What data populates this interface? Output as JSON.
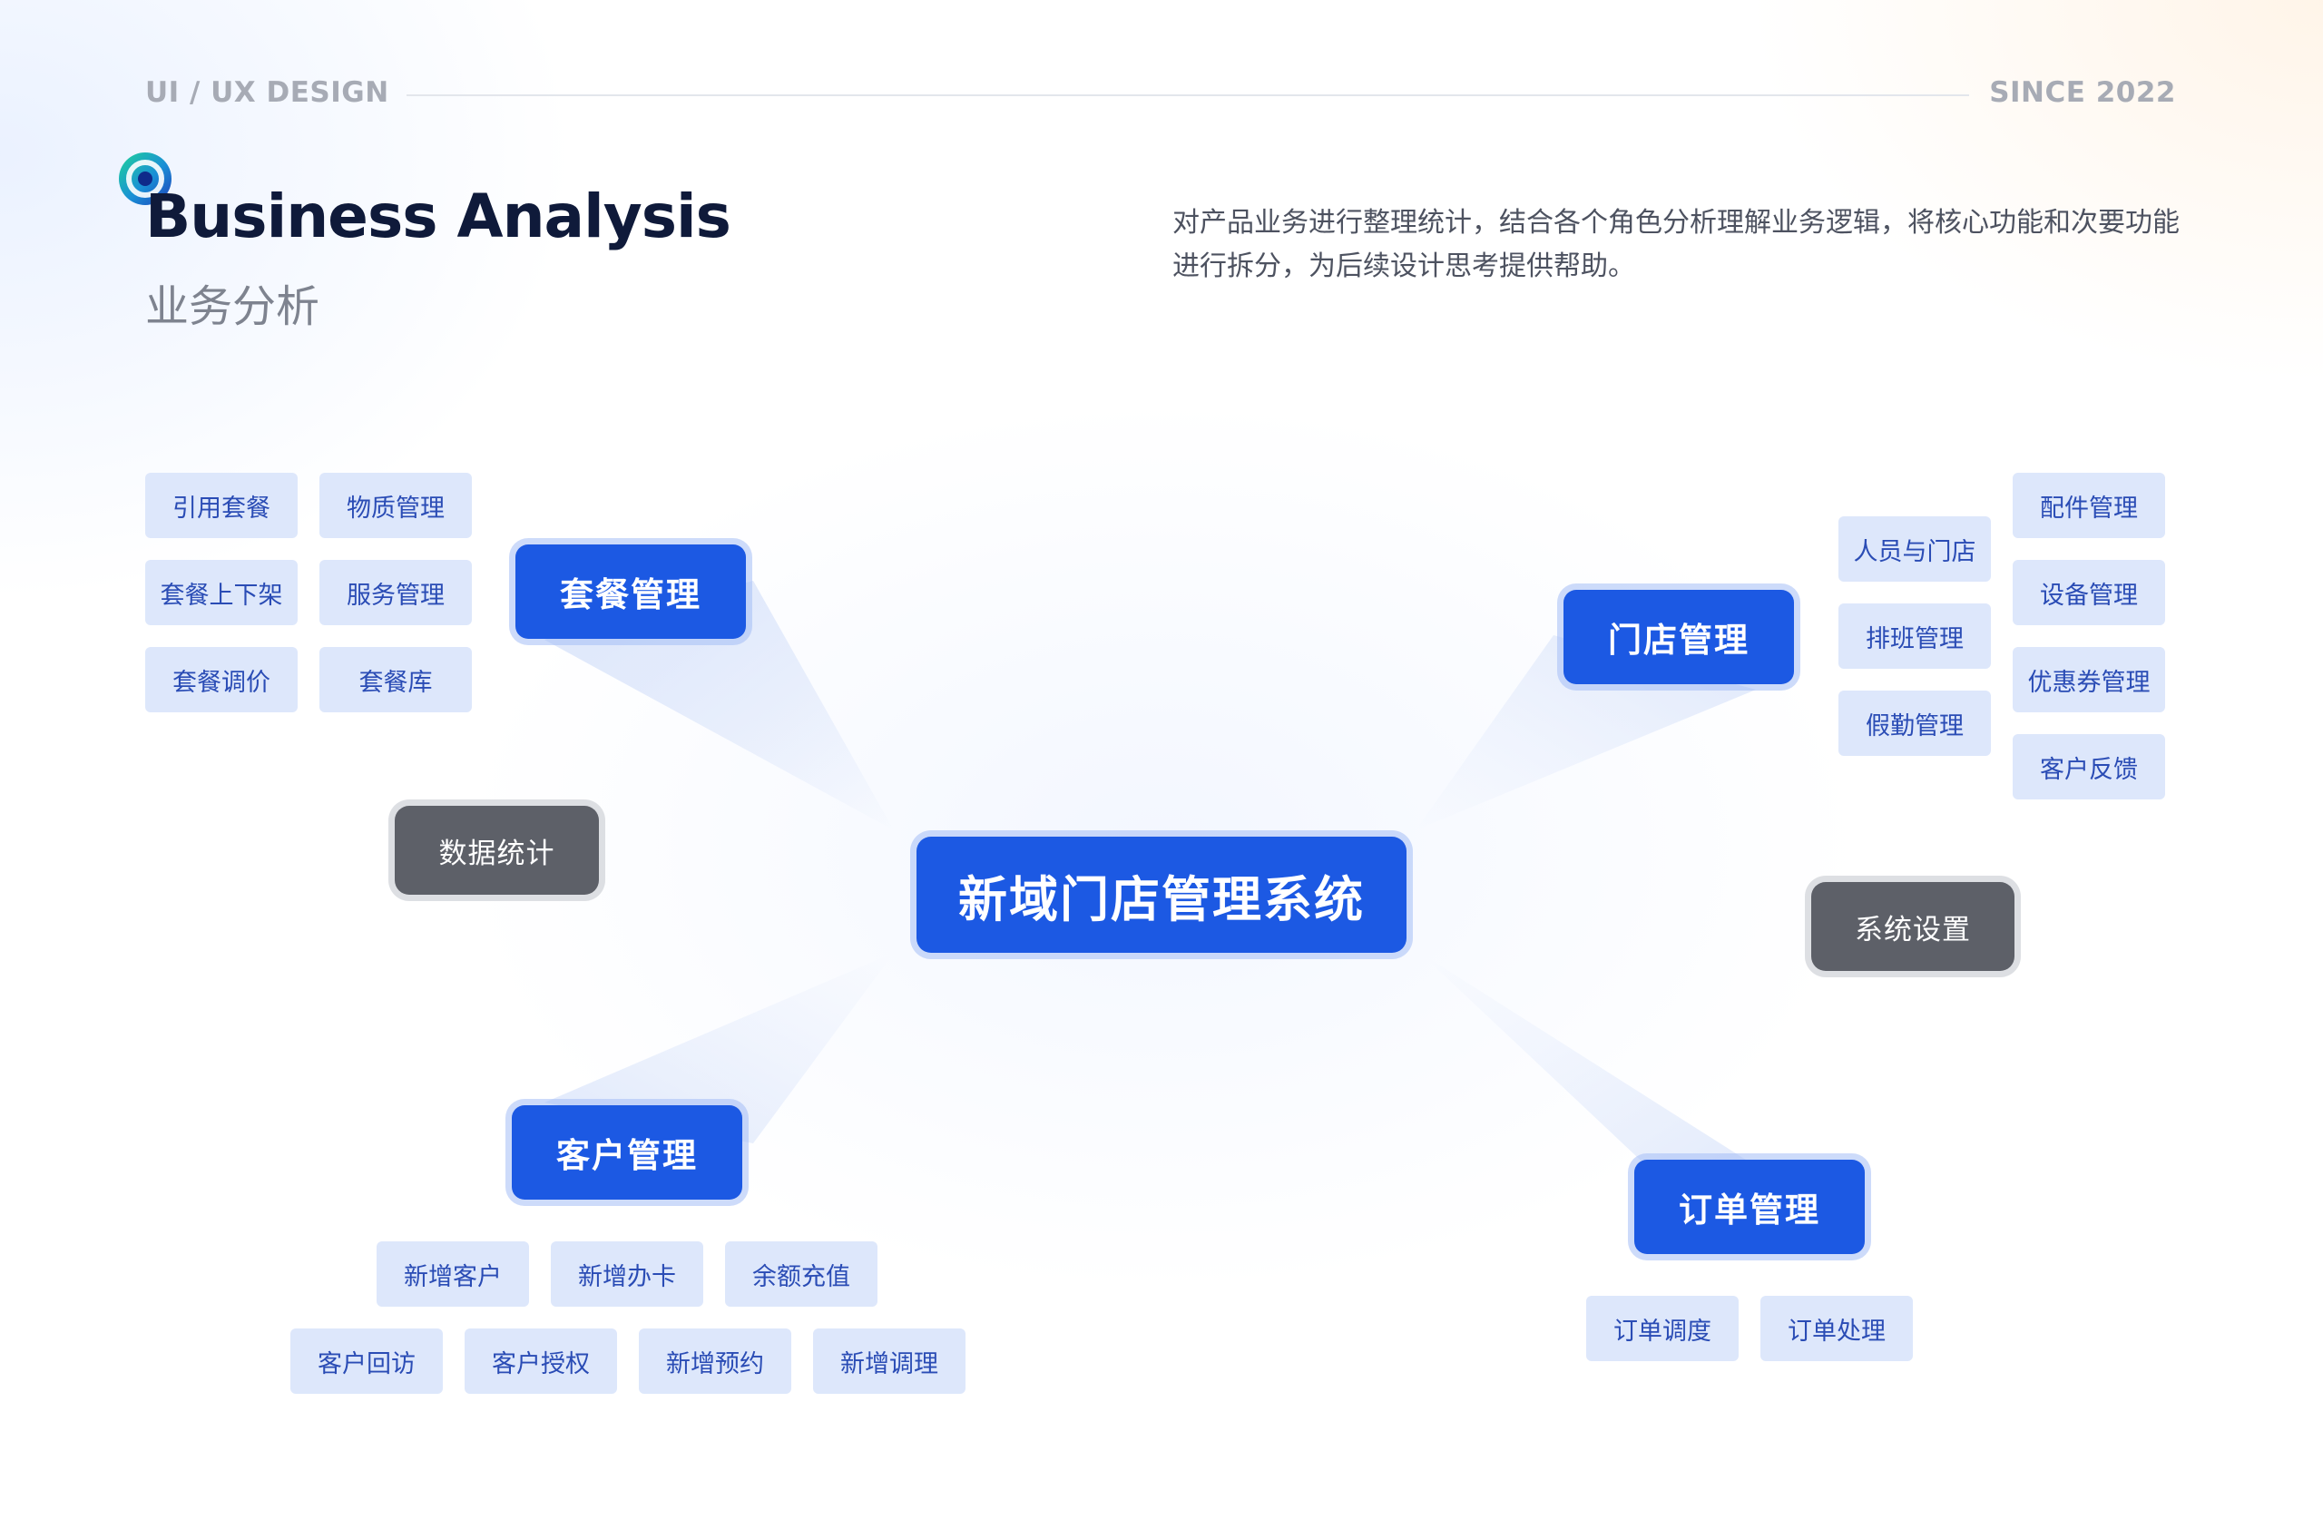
{
  "header": {
    "left_label": "UI / UX DESIGN",
    "right_label": "SINCE 2022",
    "title": "Business Analysis",
    "subtitle": "业务分析",
    "description": "对产品业务进行整理统计，结合各个角色分析理解业务逻辑，将核心功能和次要功能进行拆分，为后续设计思考提供帮助。",
    "logo_icon": "at-sign-icon"
  },
  "colors": {
    "primary_blue": "#1c59e3",
    "chip_bg": "#dde7fb",
    "chip_text": "#2a4cb5",
    "gray_node": "#5d6068",
    "title": "#0f1a3a"
  },
  "center": {
    "label": "新域门店管理系统"
  },
  "branches": {
    "package": {
      "label": "套餐管理",
      "items": [
        "引用套餐",
        "物质管理",
        "套餐上下架",
        "服务管理",
        "套餐调价",
        "套餐库"
      ]
    },
    "store": {
      "label": "门店管理",
      "items": [
        "人员与门店",
        "配件管理",
        "排班管理",
        "设备管理",
        "假勤管理",
        "优惠券管理",
        "客户反馈"
      ]
    },
    "customer": {
      "label": "客户管理",
      "items": [
        "新增客户",
        "新增办卡",
        "余额充值",
        "客户回访",
        "客户授权",
        "新增预约",
        "新增调理"
      ]
    },
    "order": {
      "label": "订单管理",
      "items": [
        "订单调度",
        "订单处理"
      ]
    },
    "data_stats": {
      "label": "数据统计"
    },
    "settings": {
      "label": "系统设置"
    }
  }
}
